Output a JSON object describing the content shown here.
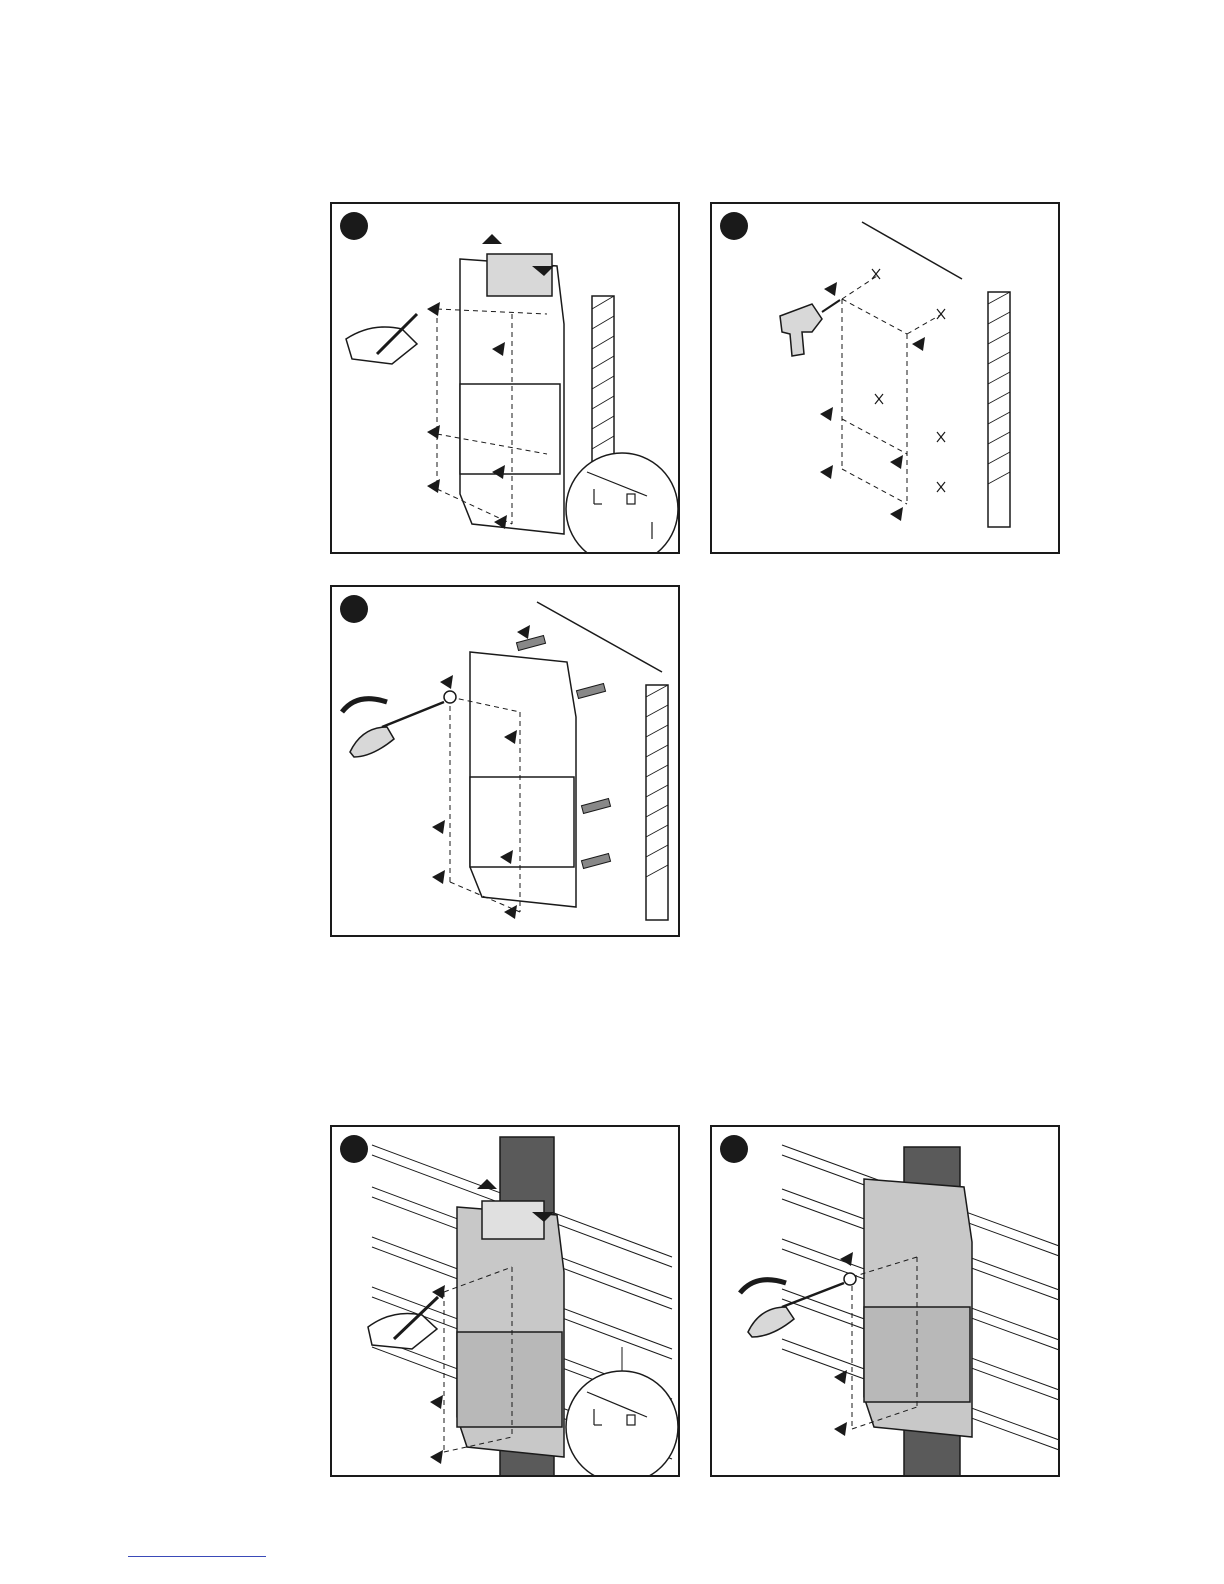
{
  "figures": [
    {
      "id": "panel-1",
      "step": "",
      "illustration": "mark-drill-holes-with-level-and-pencil"
    },
    {
      "id": "panel-2",
      "step": "",
      "illustration": "drill-holes-in-wall"
    },
    {
      "id": "panel-3",
      "step": "",
      "illustration": "insert-anchors-and-screw-bracket"
    },
    {
      "id": "panel-4",
      "step": "",
      "illustration": "mark-holes-on-post-with-level"
    },
    {
      "id": "panel-5",
      "step": "",
      "illustration": "screw-bracket-to-post"
    }
  ],
  "colors": {
    "frame": "#1a1a1a",
    "bracket_fill": "#c8c8c8",
    "post_fill": "#5a5a5a",
    "footer_rule": "#3a4ab8"
  }
}
